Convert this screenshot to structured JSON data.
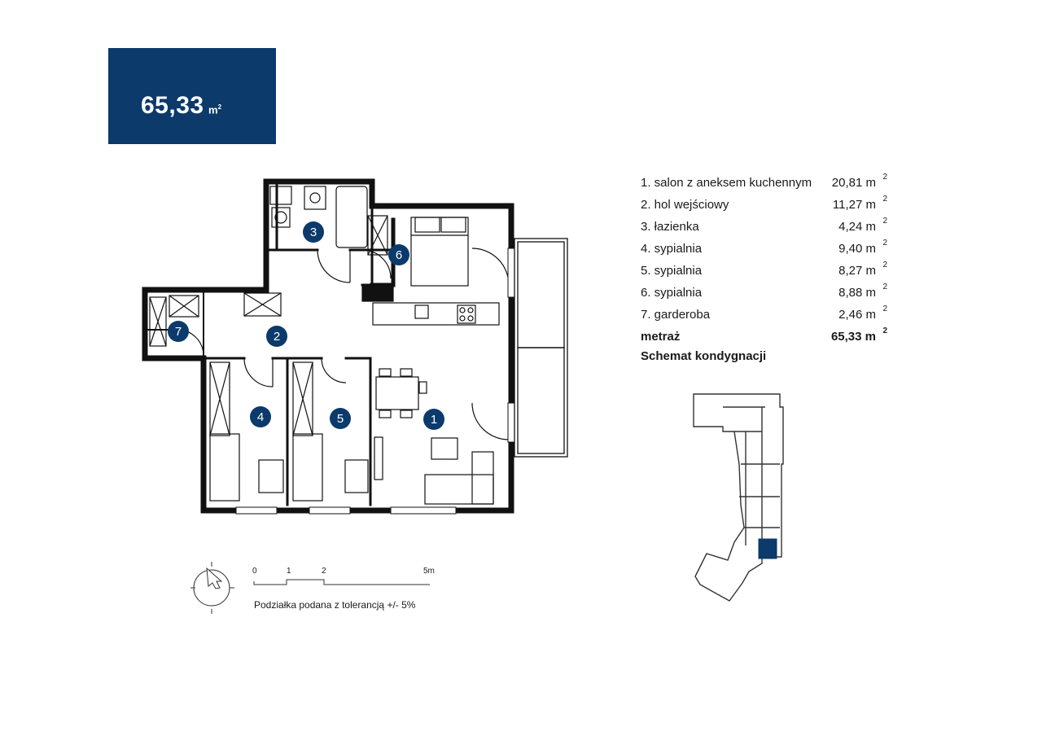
{
  "header": {
    "area_value": "65,33",
    "area_unit": "m",
    "area_unit_sup": "2"
  },
  "plan": {
    "room_numbers": [
      "1",
      "2",
      "3",
      "4",
      "5",
      "6",
      "7"
    ],
    "accent_color": "#0b3a6b"
  },
  "rooms": [
    {
      "label": "1. salon z aneksem kuchennym",
      "value": "20,81 m",
      "sup": "2"
    },
    {
      "label": "2. hol wejściowy",
      "value": "11,27 m",
      "sup": "2"
    },
    {
      "label": "3. łazienka",
      "value": "4,24 m",
      "sup": "2"
    },
    {
      "label": "4. sypialnia",
      "value": "9,40 m",
      "sup": "2"
    },
    {
      "label": "5. sypialnia",
      "value": "8,27 m",
      "sup": "2"
    },
    {
      "label": "6. sypialnia",
      "value": "8,88 m",
      "sup": "2"
    },
    {
      "label": "7. garderoba",
      "value": "2,46 m",
      "sup": "2"
    }
  ],
  "total": {
    "label": "metraż",
    "value": "65,33 m",
    "sup": "2"
  },
  "schemat_label": "Schemat kondygnacji",
  "scale": {
    "ticks": [
      "0",
      "1",
      "2",
      "5m"
    ],
    "note": "Podziałka podana z tolerancją +/- 5%"
  },
  "icons": {
    "north": "north-arrow-icon"
  }
}
